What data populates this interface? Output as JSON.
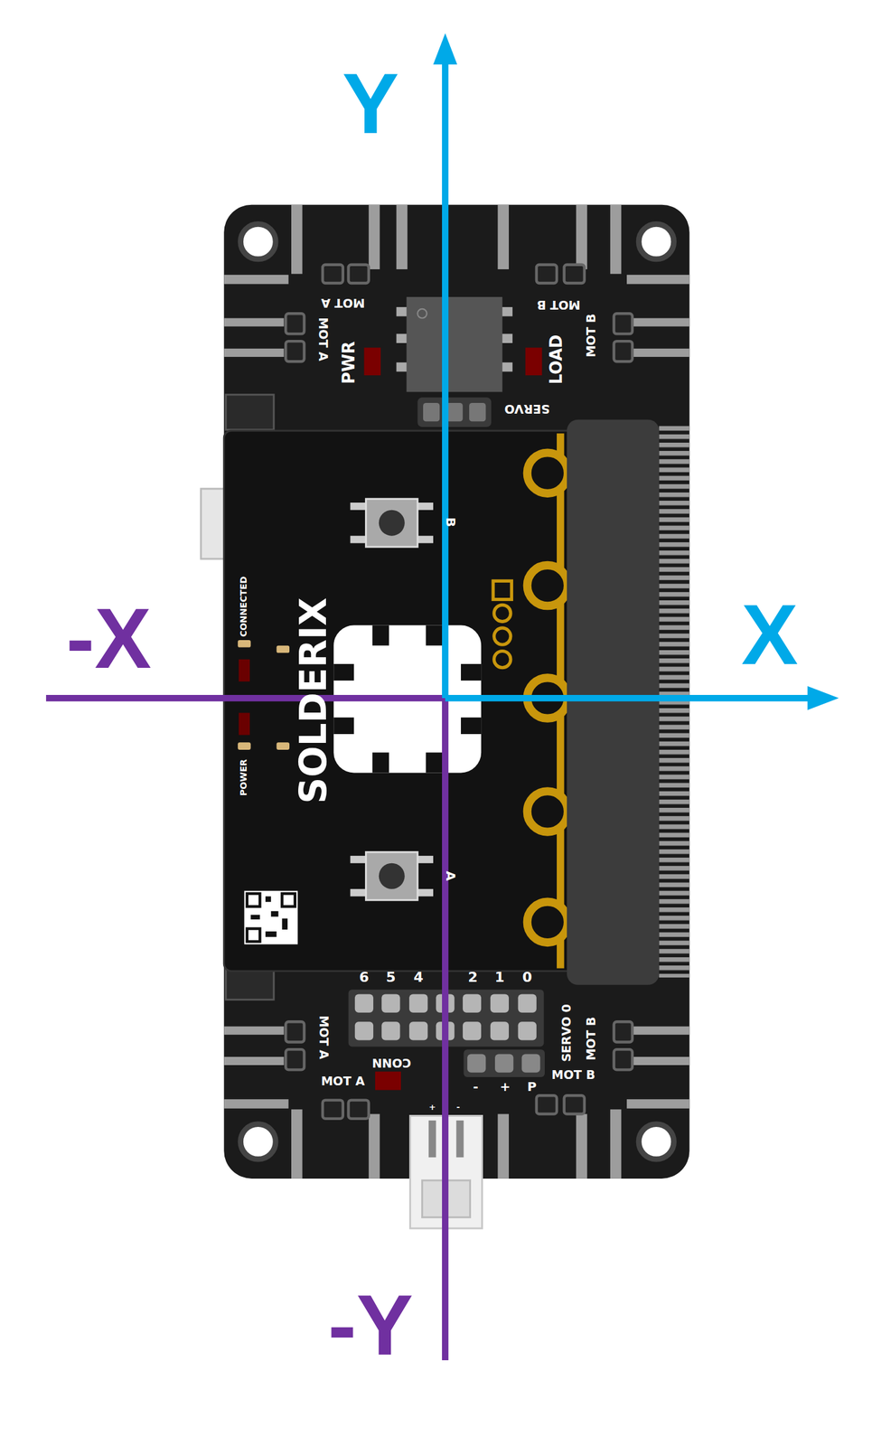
{
  "diagram": {
    "labels": [
      "Y",
      "X",
      "-X",
      "-Y",
      "MOT A",
      "MOT B",
      "MOT A",
      "MOT B",
      "PWR",
      "LOAD",
      "SERVO",
      "CONNECTED",
      "POWER",
      "SOLDERIX",
      "B",
      "A",
      "6",
      "5",
      "4",
      "2",
      "1",
      "0",
      "MOT A",
      "CONN",
      "MOT A",
      "SERVO 0",
      "MOT B",
      "MOT B",
      "-",
      "+",
      "P",
      "+",
      "-"
    ]
  }
}
